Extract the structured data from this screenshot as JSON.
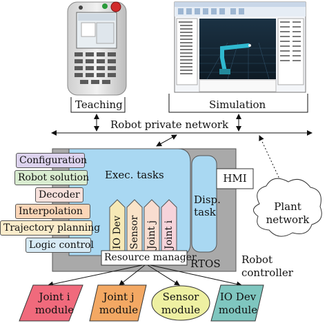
{
  "teaching_label": "Teaching",
  "simulation_label": "Simulation",
  "network_label": "Robot private network",
  "exec_tasks_label": "Exec. tasks",
  "disp_task_label": [
    "Disp.",
    "task"
  ],
  "hmi_label": "HMI",
  "plant_network_label": [
    "Plant",
    "network"
  ],
  "rtos_label": "RTOS",
  "robot_controller_label": [
    "Robot",
    "controller"
  ],
  "resource_manager_label": "Resource manager",
  "tasks": [
    {
      "label": "Configuration",
      "color": "#ddd3ee"
    },
    {
      "label": "Robot solution",
      "color": "#d9ecd0"
    },
    {
      "label": "Decoder",
      "color": "#f7e1dc"
    },
    {
      "label": "Interpolation",
      "color": "#fbd6b8"
    },
    {
      "label": "Trajectory planning",
      "color": "#fbeccb"
    },
    {
      "label": "Logic control",
      "color": "#d7eaf5"
    }
  ],
  "arrow_tasks": [
    {
      "label": "IO Dev",
      "color": "#f6e9b6"
    },
    {
      "label": "Sensor",
      "color": "#fae3c8"
    },
    {
      "label": "Joint j",
      "color": "#f8ddd0"
    },
    {
      "label": "Joint i",
      "color": "#f6d3da"
    }
  ],
  "modules": [
    {
      "line1": "Joint i",
      "line2": "module",
      "color": "#f06a7c"
    },
    {
      "line1": "Joint j",
      "line2": "module",
      "color": "#f3a863"
    },
    {
      "line1": "Sensor",
      "line2": "module",
      "color": "#eef0a2"
    },
    {
      "line1": "IO Dev",
      "line2": "module",
      "color": "#7fc6bf"
    }
  ],
  "colors": {
    "rtos_gray": "#a9a9a9",
    "exec_blue": "#a9d8f2",
    "disp_blue": "#a9d8f2"
  }
}
